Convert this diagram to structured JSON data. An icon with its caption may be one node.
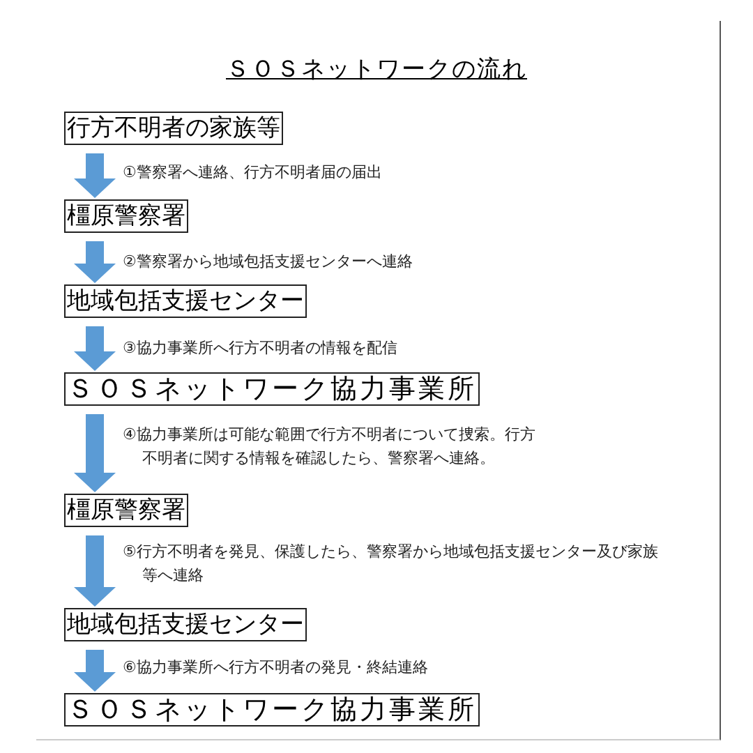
{
  "diagram": {
    "title": "ＳＯＳネットワークの流れ",
    "nodes": [
      {
        "text": [
          "行方不明者の家族等"
        ]
      },
      {
        "text": [
          "橿原警察署"
        ]
      },
      {
        "text": [
          "地域包括支援センター"
        ]
      },
      {
        "text": [
          "ＳＯＳネットワーク協力事業所"
        ]
      },
      {
        "text": [
          "橿原警察署"
        ]
      },
      {
        "text": [
          "地域包括支援センター"
        ]
      },
      {
        "text": [
          "ＳＯＳネットワーク協力事業所"
        ]
      }
    ],
    "edges": [
      {
        "from": 0,
        "to": 1,
        "arrow": "to",
        "label": "①警察署へ連絡、行方不明者届の届出"
      },
      {
        "from": 1,
        "to": 2,
        "arrow": "to",
        "label": "②警察署から地域包括支援センターへ連絡"
      },
      {
        "from": 2,
        "to": 3,
        "arrow": "to",
        "label": "③協力事業所へ行方不明者の情報を配信"
      },
      {
        "from": 3,
        "to": 4,
        "arrow": "to",
        "label": "④協力事業所は可能な範囲で行方不明者について捜索。行方不明者に関する情報を確認したら、警察署へ連絡。"
      },
      {
        "from": 4,
        "to": 5,
        "arrow": "to",
        "label": "⑤行方不明者を発見、保護したら、警察署から地域包括支援センター及び家族等へ連絡"
      },
      {
        "from": 5,
        "to": 6,
        "arrow": "to",
        "label": "⑥協力事業所へ行方不明者の発見・終結連絡"
      }
    ]
  }
}
